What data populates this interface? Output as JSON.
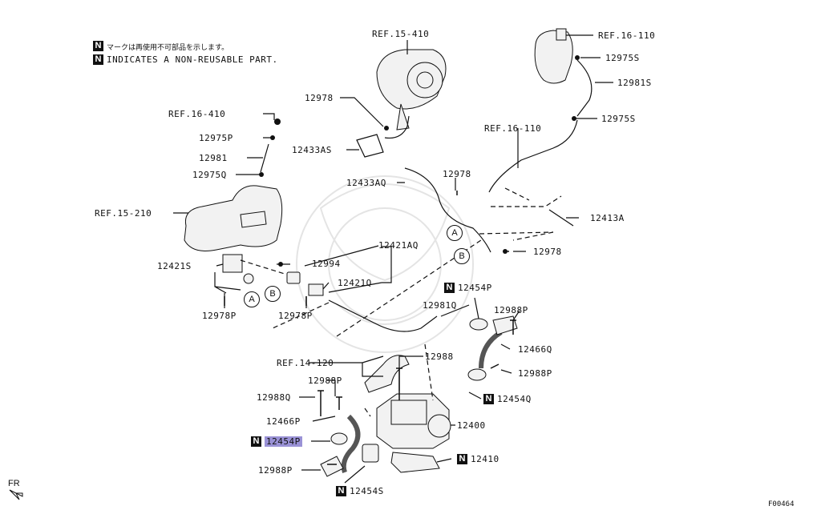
{
  "legend": {
    "badge": "N",
    "line_jp": "マークは再使用不可部品を示します。",
    "line_en": "INDICATES A NON-REUSABLE PART."
  },
  "labels": {
    "ref_15_410": "REF.15-410",
    "ref_16_110_top": "REF.16-110",
    "p12975s_top": "12975S",
    "p12981s": "12981S",
    "p12975s_mid": "12975S",
    "ref_16_410": "REF.16-410",
    "p12975p": "12975P",
    "p12981": "12981",
    "p12975q": "12975Q",
    "p12978_top": "12978",
    "p12433as": "12433AS",
    "p12433aq": "12433AQ",
    "p12978_mid": "12978",
    "ref_16_110_mid": "REF.16-110",
    "ref_15_210": "REF.15-210",
    "p12413a": "12413A",
    "p12978_right": "12978",
    "p12421aq": "12421AQ",
    "p12421s": "12421S",
    "p12994": "12994",
    "p12421q": "12421Q",
    "p12454p_right": "12454P",
    "p12981q": "12981Q",
    "p12988p_right1": "12988P",
    "p12978p_left": "12978P",
    "p12978p_mid": "12978P",
    "p12466q": "12466Q",
    "ref_14_120": "REF.14-120",
    "p12988": "12988",
    "p12988p_right2": "12988P",
    "p12988p_left1": "12988P",
    "p12454q": "12454Q",
    "p12988q": "12988Q",
    "p12466p": "12466P",
    "p12400": "12400",
    "p12454p_left": "12454P",
    "p12410": "12410",
    "p12988p_left2": "12988P",
    "p12454s": "12454S",
    "circle_a": "A",
    "circle_b": "B",
    "fr": "FR",
    "code": "F00464"
  },
  "colors": {
    "line": "#111111",
    "highlight": "#9a92d6",
    "part_fill": "#f2f2f2",
    "watermark": "#e6e6e6"
  }
}
